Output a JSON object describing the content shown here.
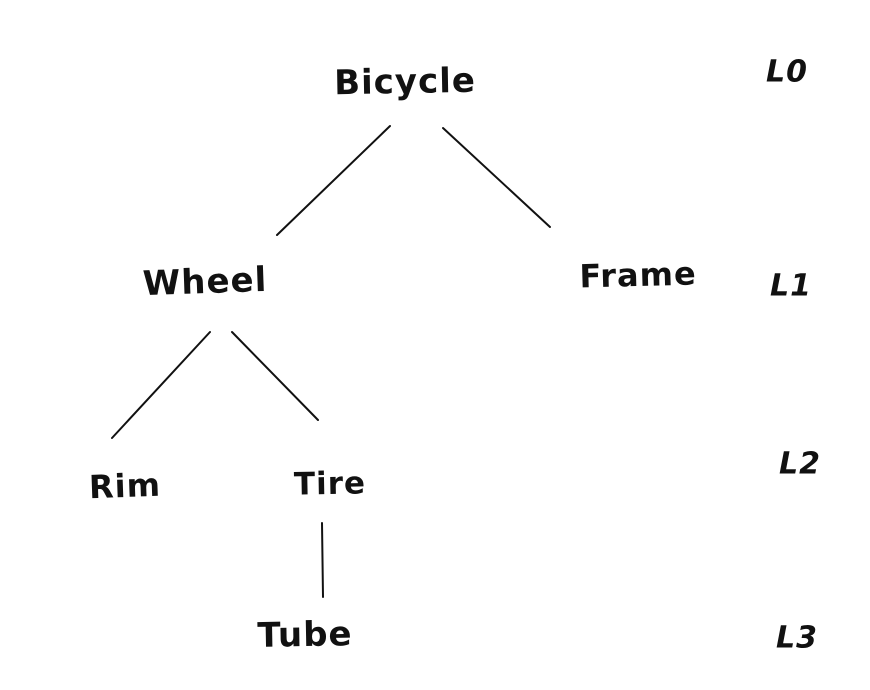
{
  "diagram": {
    "type": "tree",
    "style": "hand-drawn",
    "colors": {
      "background": "#ffffff",
      "ink": "#111111"
    },
    "nodes": [
      {
        "id": "bicycle",
        "label": "Bicycle",
        "level": "L0"
      },
      {
        "id": "wheel",
        "label": "Wheel",
        "level": "L1"
      },
      {
        "id": "frame",
        "label": "Frame",
        "level": "L1"
      },
      {
        "id": "rim",
        "label": "Rim",
        "level": "L2"
      },
      {
        "id": "tire",
        "label": "Tire",
        "level": "L2"
      },
      {
        "id": "tube",
        "label": "Tube",
        "level": "L3"
      }
    ],
    "edges": [
      {
        "from": "Bicycle",
        "to": "Wheel"
      },
      {
        "from": "Bicycle",
        "to": "Frame"
      },
      {
        "from": "Wheel",
        "to": "Rim"
      },
      {
        "from": "Wheel",
        "to": "Tire"
      },
      {
        "from": "Tire",
        "to": "Tube"
      }
    ],
    "level_labels": [
      {
        "label": "L0"
      },
      {
        "label": "L1"
      },
      {
        "label": "L2"
      },
      {
        "label": "L3"
      }
    ]
  }
}
